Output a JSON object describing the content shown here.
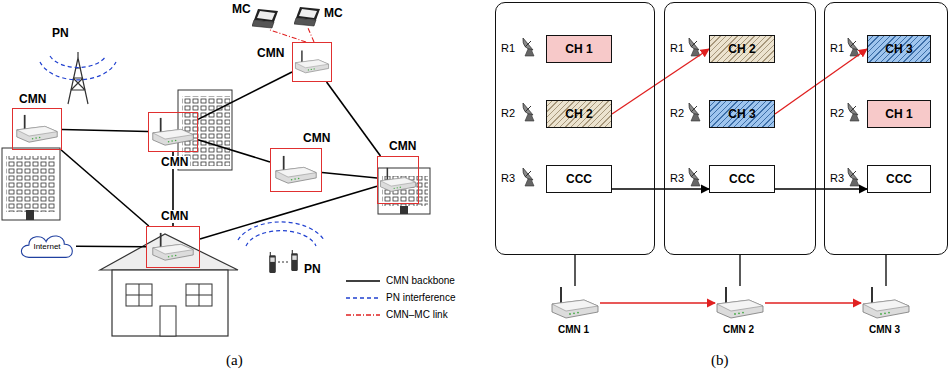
{
  "diagram": {
    "nodes": [
      {
        "text": [
          "CMN"
        ]
      },
      {
        "text": [
          "CMN"
        ]
      },
      {
        "text": [
          "CMN"
        ]
      },
      {
        "text": [
          "CMN"
        ]
      },
      {
        "text": [
          "CMN"
        ]
      },
      {
        "text": [
          "CMN"
        ]
      },
      {
        "text": [
          "Internet"
        ]
      },
      {
        "text": [
          "R1",
          "R2",
          "R3"
        ]
      },
      {
        "text": [
          "CH 1"
        ],
        "in": 7
      },
      {
        "text": [
          "CH 2"
        ],
        "in": 7
      },
      {
        "text": [
          "CCC"
        ],
        "in": 7
      },
      {
        "text": [
          "R1",
          "R2",
          "R3"
        ]
      },
      {
        "text": [
          "CH 2"
        ],
        "in": 11
      },
      {
        "text": [
          "CH 3"
        ],
        "in": 11
      },
      {
        "text": [
          "CCC"
        ],
        "in": 11
      },
      {
        "text": [
          "R1",
          "R2",
          "R3"
        ]
      },
      {
        "text": [
          "CH 3"
        ],
        "in": 15
      },
      {
        "text": [
          "CH 1"
        ],
        "in": 15
      },
      {
        "text": [
          "CCC"
        ],
        "in": 15
      },
      {
        "text": [
          "CMN 1"
        ]
      },
      {
        "text": [
          "CMN 2"
        ]
      },
      {
        "text": [
          "CMN 3"
        ]
      }
    ],
    "edges": [
      {
        "from": 0,
        "to": 1,
        "arrow": "none"
      },
      {
        "from": 0,
        "to": 5,
        "arrow": "none"
      },
      {
        "from": 1,
        "to": 2,
        "arrow": "none"
      },
      {
        "from": 1,
        "to": 3,
        "arrow": "none"
      },
      {
        "from": 1,
        "to": 5,
        "arrow": "none"
      },
      {
        "from": 2,
        "to": 4,
        "arrow": "none"
      },
      {
        "from": 3,
        "to": 4,
        "arrow": "none"
      },
      {
        "from": 5,
        "to": 4,
        "arrow": "none"
      },
      {
        "from": 6,
        "to": 5,
        "arrow": "none"
      },
      {
        "from": 9,
        "to": 12,
        "arrow": "to"
      },
      {
        "from": 13,
        "to": 16,
        "arrow": "to"
      },
      {
        "from": 10,
        "to": 14,
        "arrow": "to"
      },
      {
        "from": 14,
        "to": 18,
        "arrow": "to"
      },
      {
        "from": 19,
        "to": 20,
        "arrow": "to"
      },
      {
        "from": 20,
        "to": 21,
        "arrow": "to"
      },
      {
        "from": 7,
        "to": 19,
        "arrow": "none"
      },
      {
        "from": 11,
        "to": 20,
        "arrow": "none"
      },
      {
        "from": 15,
        "to": 21,
        "arrow": "none"
      }
    ],
    "labels": [
      "PN",
      "MC",
      "MC",
      "PN",
      "(a)",
      "(b)"
    ],
    "legend": [
      {
        "text": "CMN backbone"
      },
      {
        "text": "PN interference"
      },
      {
        "text": "CMN–MC link"
      }
    ]
  }
}
